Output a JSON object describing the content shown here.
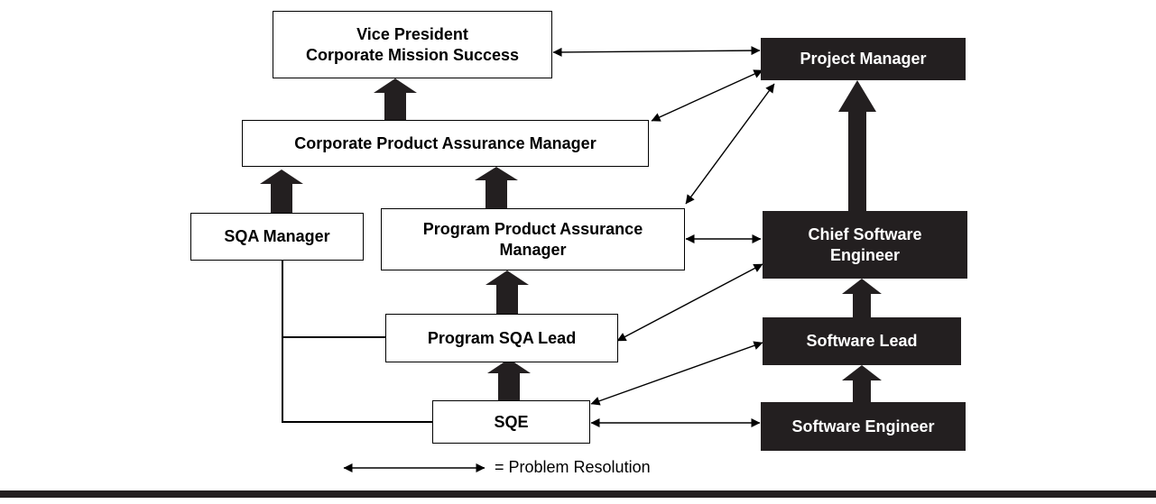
{
  "nodes": {
    "vp": "Vice President\nCorporate Mission Success",
    "cpam": "Corporate Product Assurance Manager",
    "sqa_manager": "SQA Manager",
    "ppam": "Program Product Assurance\nManager",
    "program_sqa_lead": "Program SQA Lead",
    "sqe": "SQE",
    "project_manager": "Project Manager",
    "chief_software_engineer": "Chief Software\nEngineer",
    "software_lead": "Software Lead",
    "software_engineer": "Software Engineer"
  },
  "legend": {
    "label": "= Problem Resolution"
  }
}
